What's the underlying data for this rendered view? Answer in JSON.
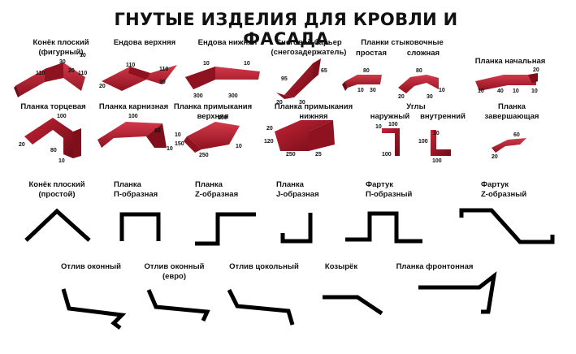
{
  "title": "ГНУТЫЕ ИЗДЕЛИЯ ДЛЯ КРОВЛИ И ФАСАДА",
  "colored_products": [
    {
      "label": "Конёк плоский\n(фигурный)",
      "dims": [
        "110",
        "30",
        "20",
        "110",
        "10"
      ]
    },
    {
      "label": "Ендова верхняя",
      "dims": [
        "110",
        "110",
        "20",
        "20"
      ]
    },
    {
      "label": "Ендова нижняя",
      "dims": [
        "10",
        "10",
        "300",
        "300"
      ]
    },
    {
      "label": "Снеговой барьер\n(снегозадержатель)",
      "dims": [
        "95",
        "65",
        "20",
        "30"
      ]
    },
    {
      "label": "Планки стыковочные",
      "sub_labels": [
        "простая",
        "сложная"
      ],
      "dims": [
        "80",
        "80",
        "30",
        "20",
        "30",
        "10",
        "10"
      ]
    },
    {
      "label": "Планка начальная",
      "dims": [
        "20",
        "10",
        "40",
        "10",
        "10"
      ]
    },
    {
      "label": "Планка торцевая",
      "dims": [
        "100",
        "20",
        "80",
        "10"
      ]
    },
    {
      "label": "Планка карнизная",
      "dims": [
        "100",
        "65",
        "10"
      ]
    },
    {
      "label": "Планка примыкания\nверхняя",
      "dims": [
        "100",
        "10",
        "150",
        "250",
        "10"
      ]
    },
    {
      "label": "Планка примыкания\nнижняя",
      "dims": [
        "20",
        "120",
        "250",
        "25"
      ]
    },
    {
      "label": "Углы",
      "sub_labels": [
        "наружный",
        "внутренний"
      ],
      "dims": [
        "100",
        "10",
        "100",
        "100",
        "10",
        "100"
      ]
    },
    {
      "label": "Планка\nзавершающая",
      "dims": [
        "60",
        "20"
      ]
    }
  ],
  "profile_items": [
    {
      "label": "Конёк плоский\n(простой)"
    },
    {
      "label": "Планка\nП-образная"
    },
    {
      "label": "Планка\nZ-образная"
    },
    {
      "label": "Планка\nJ-образная"
    },
    {
      "label": "Фартук\nП-образный"
    },
    {
      "label": "Фартук\nZ-образный"
    },
    {
      "label": "Отлив оконный"
    },
    {
      "label": "Отлив оконный\n(евро)"
    },
    {
      "label": "Отлив цокольный"
    },
    {
      "label": "Козырёк"
    },
    {
      "label": "Планка фронтонная"
    }
  ],
  "colors": {
    "metal": "#b3192a",
    "metal_dark": "#7e0f1b",
    "metal_light": "#d4394a",
    "line": "#000000"
  }
}
